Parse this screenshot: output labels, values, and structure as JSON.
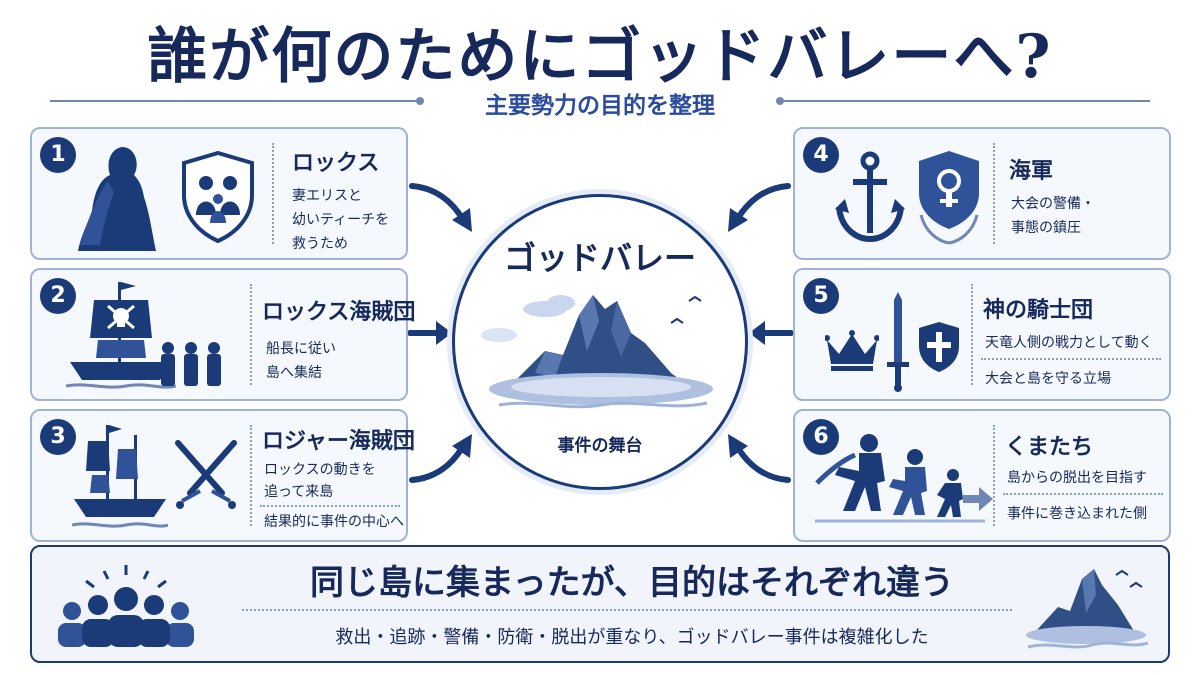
{
  "title": "誰が何のためにゴッドバレーへ?",
  "subtitle": "主要勢力の目的を整理",
  "center": {
    "title": "ゴッドバレー",
    "subtitle": "事件の舞台"
  },
  "factions": [
    {
      "number": "1",
      "name": "ロックス",
      "lines": [
        "妻エリスと",
        "幼いティーチを",
        "救うため"
      ]
    },
    {
      "number": "2",
      "name": "ロックス海賊団",
      "lines": [
        "船長に従い",
        "島へ集結"
      ]
    },
    {
      "number": "3",
      "name": "ロジャー海賊団",
      "lines": [
        "ロックスの動きを",
        "追って来島",
        "結果的に事件の中心へ"
      ]
    },
    {
      "number": "4",
      "name": "海軍",
      "lines": [
        "大会の警備・",
        "事態の鎮圧"
      ]
    },
    {
      "number": "5",
      "name": "神の騎士団",
      "lines": [
        "天竜人側の戦力として動く",
        "大会と島を守る立場"
      ]
    },
    {
      "number": "6",
      "name": "くまたち",
      "lines": [
        "島からの脱出を目指す",
        "事件に巻き込まれた側"
      ]
    }
  ],
  "conclusion": {
    "title": "同じ島に集まったが、目的はそれぞれ違う",
    "subtitle": "救出・追跡・警備・防衛・脱出が重なり、ゴッドバレー事件は複雑化した"
  },
  "colors": {
    "navy": "#16295a",
    "accent": "#1b3a78",
    "card_bg": "#f5f8fd",
    "card_border": "#9fb3d8"
  },
  "icons": {
    "card1": [
      "rocks-silhouette-icon",
      "family-shield-icon"
    ],
    "card2": [
      "pirate-ship-icon",
      "crew-silhouettes-icon"
    ],
    "card3": [
      "sailing-ship-icon",
      "crossed-swords-icon"
    ],
    "card4": [
      "anchor-icon",
      "navy-shield-icon"
    ],
    "card5": [
      "crown-icon",
      "sword-icon",
      "cross-shield-icon"
    ],
    "card6": [
      "running-people-icon"
    ],
    "center": [
      "island-icon"
    ],
    "bottom": [
      "group-people-icon",
      "small-island-icon"
    ]
  }
}
